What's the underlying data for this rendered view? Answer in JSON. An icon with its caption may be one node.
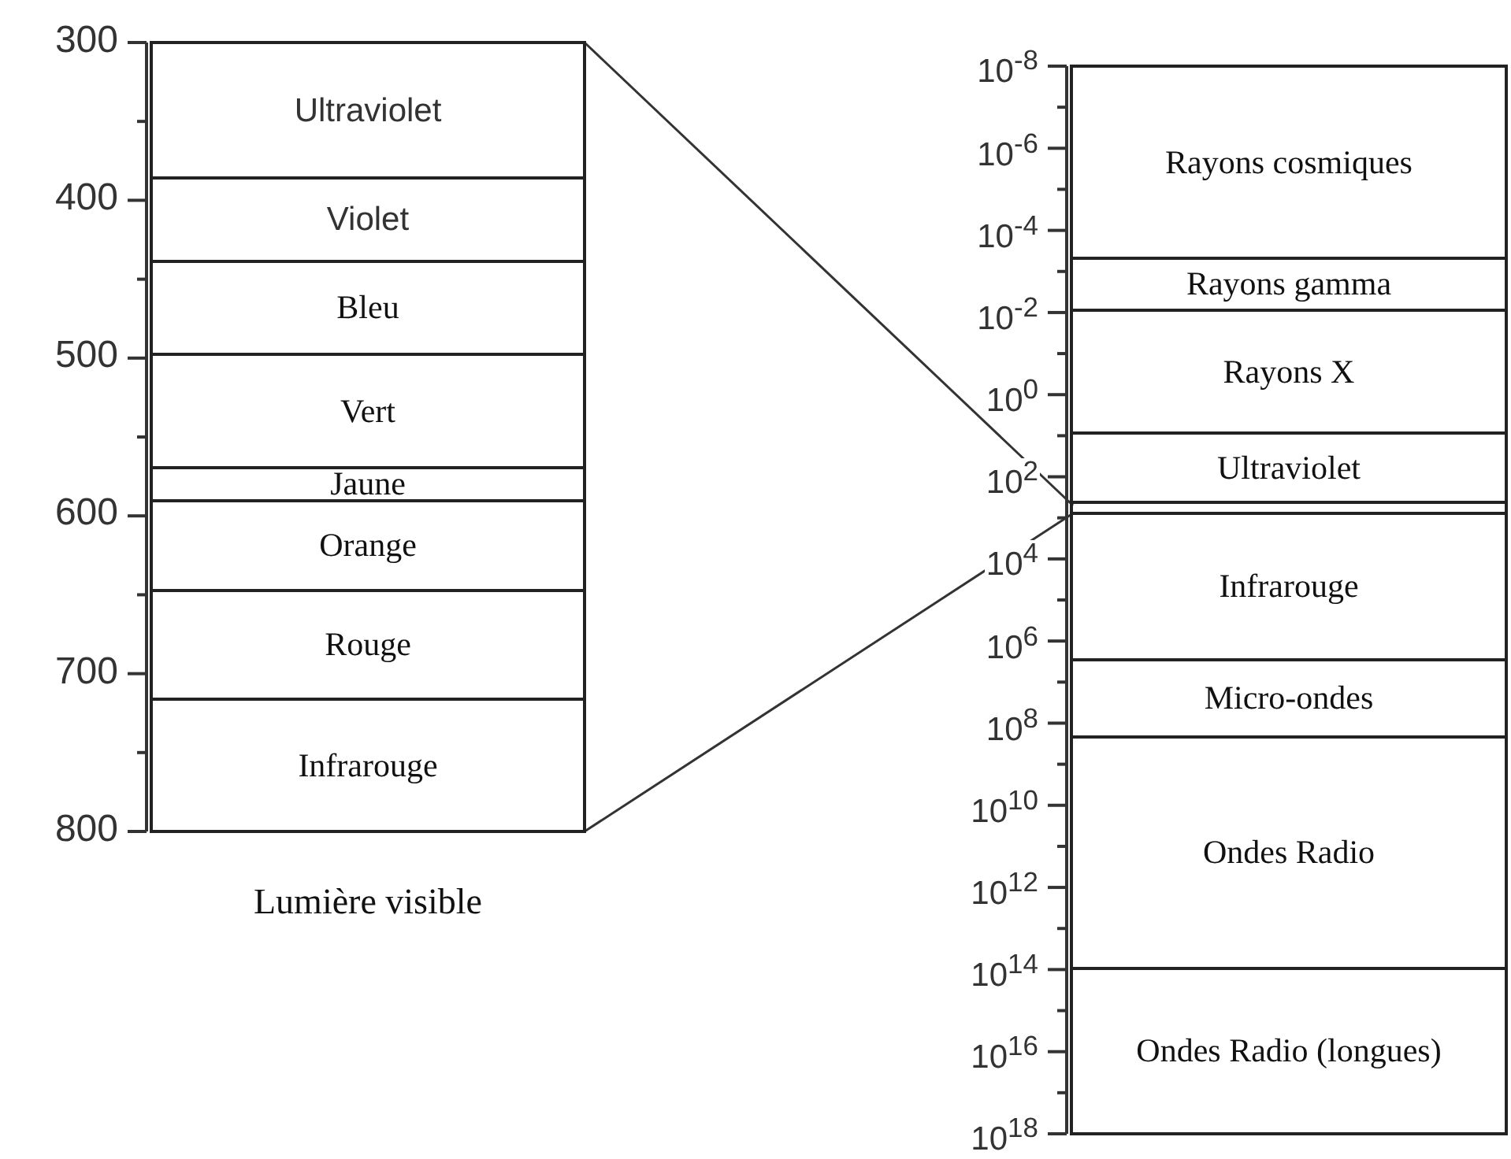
{
  "diagram": {
    "nodes": [
      {
        "text": [
          "Lumière visible"
        ]
      },
      {
        "text": [
          "Ultraviolet"
        ],
        "in": 0
      },
      {
        "text": [
          "Violet"
        ],
        "in": 0
      },
      {
        "text": [
          "Bleu"
        ],
        "in": 0
      },
      {
        "text": [
          "Vert"
        ],
        "in": 0
      },
      {
        "text": [
          "Jaune"
        ],
        "in": 0
      },
      {
        "text": [
          "Orange"
        ],
        "in": 0
      },
      {
        "text": [
          "Rouge"
        ],
        "in": 0
      },
      {
        "text": [
          "Infrarouge"
        ],
        "in": 0
      },
      {
        "text": [],
        "shape": "box"
      },
      {
        "text": [
          "Rayons cosmiques"
        ],
        "in": 9
      },
      {
        "text": [
          "Rayons gamma"
        ],
        "in": 9
      },
      {
        "text": [
          "Rayons X"
        ],
        "in": 9
      },
      {
        "text": [
          "Ultraviolet"
        ],
        "in": 9
      },
      {
        "text": [],
        "shape": "bar",
        "in": 9
      },
      {
        "text": [
          "Infrarouge"
        ],
        "in": 9
      },
      {
        "text": [
          "Micro-ondes"
        ],
        "in": 9
      },
      {
        "text": [
          "Ondes Radio"
        ],
        "in": 9
      },
      {
        "text": [
          "Ondes Radio (longues)"
        ],
        "in": 9
      }
    ],
    "edges": [
      {
        "from": 0,
        "to": 14,
        "arrow": "none"
      },
      {
        "from": 0,
        "to": 14,
        "arrow": "none"
      }
    ],
    "labels": [
      "300",
      "400",
      "500",
      "600",
      "700",
      "800",
      "10$^{-8}$",
      "10$^{-6}$",
      "10$^{-4}$",
      "10$^{-2}$",
      "10$^{0}$",
      "10$^{2}$",
      "10$^{4}$",
      "10$^{6}$",
      "10$^{8}$",
      "10$^{10}$",
      "10$^{12}$",
      "10$^{14}$",
      "10$^{16}$",
      "10$^{18}$"
    ]
  }
}
